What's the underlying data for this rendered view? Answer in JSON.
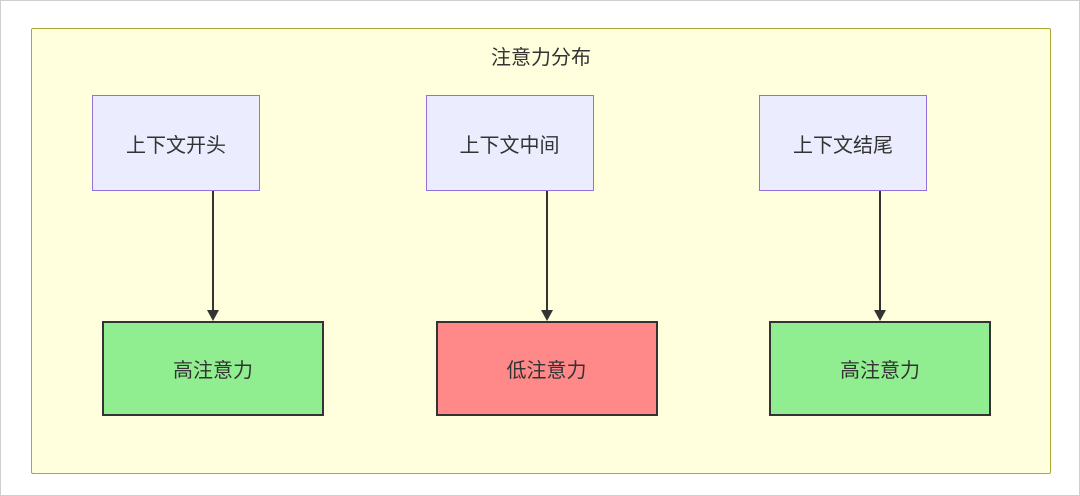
{
  "diagram": {
    "title": "注意力分布",
    "columns": [
      {
        "source": "上下文开头",
        "target": "高注意力",
        "attention": "high"
      },
      {
        "source": "上下文中间",
        "target": "低注意力",
        "attention": "low"
      },
      {
        "source": "上下文结尾",
        "target": "高注意力",
        "attention": "high"
      }
    ],
    "colors": {
      "container_bg": "#ffffde",
      "container_border": "#aaaa33",
      "node_bg": "#ececff",
      "node_border": "#9370db",
      "high_bg": "#90ee90",
      "low_bg": "#ff8888",
      "result_border": "#333333",
      "arrow": "#333333"
    }
  }
}
